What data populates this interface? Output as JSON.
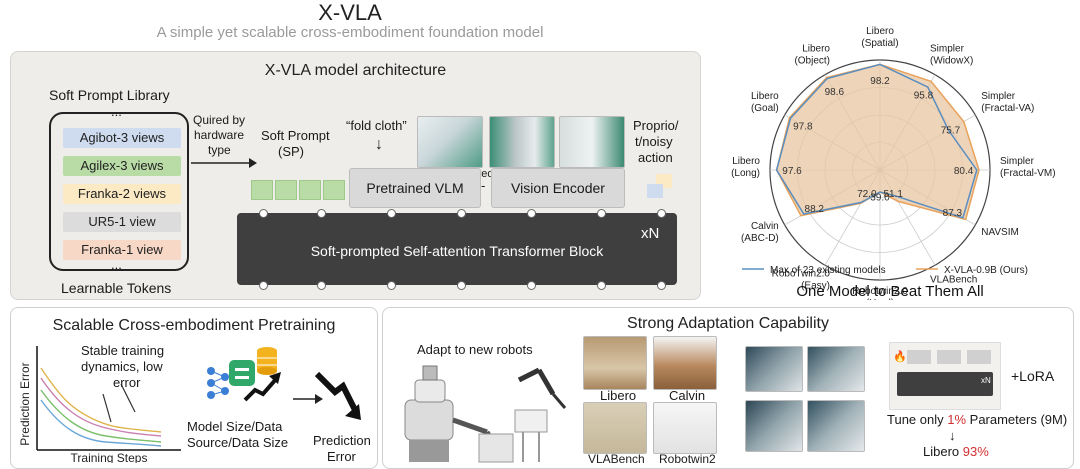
{
  "header": {
    "title": "X-VLA",
    "subtitle": "A simple yet scalable cross-embodiment foundation model"
  },
  "architecture": {
    "title": "X-VLA model architecture",
    "library_title": "Soft Prompt Library",
    "library_ellipsis_top": "...",
    "library_ellipsis_bottom": "...",
    "library_items": [
      {
        "label": "Agibot-3 views",
        "color": "#cfdcf0"
      },
      {
        "label": "Agilex-3 views",
        "color": "#b9dca7"
      },
      {
        "label": "Franka-2 views",
        "color": "#fbeac4"
      },
      {
        "label": "UR5-1 view",
        "color": "#dcdcdc"
      },
      {
        "label": "Franka-1 view",
        "color": "#f7d7c6"
      }
    ],
    "learnable_tokens": "Learnable Tokens",
    "quired_line1": "Quired by",
    "quired_line2": "hardware",
    "quired_line3": "type",
    "soft_prompt_line1": "Soft Prompt",
    "soft_prompt_line2": "(SP)",
    "instruction": "“fold cloth”",
    "shared_vit": "Shared ViT",
    "pretrained_vlm": "Pretrained VLM",
    "vision_encoder": "Vision Encoder",
    "proprio_line1": "Proprio/",
    "proprio_line2": "t/noisy",
    "proprio_line3": "action",
    "transformer": "Soft-prompted Self-attention Transformer Block",
    "xn": "xN"
  },
  "radar": {
    "axes": [
      {
        "label": [
          "Libero",
          "(Spatial)"
        ],
        "value": "98.2"
      },
      {
        "label": [
          "Simpler",
          "(WidowX)"
        ],
        "value": "95.8"
      },
      {
        "label": [
          "Simpler",
          "(Fractal-VA)"
        ],
        "value": "75.7"
      },
      {
        "label": [
          "Simpler",
          "(Fractal-VM)"
        ],
        "value": "80.4"
      },
      {
        "label": [
          "NAVSIM"
        ],
        "value": "87.3"
      },
      {
        "label": [
          "VLABench"
        ],
        "value": "51.1"
      },
      {
        "label": [
          "Robotwin2.0",
          "(Hard)"
        ],
        "value": "39.0"
      },
      {
        "label": [
          "RoboTwin2.0",
          "(Easy)"
        ],
        "value": "72.0"
      },
      {
        "label": [
          "Calvin",
          "(ABC-D)"
        ],
        "value": "88.2"
      },
      {
        "label": [
          "Libero",
          "(Long)"
        ],
        "value": "97.6"
      },
      {
        "label": [
          "Libero",
          "(Goal)"
        ],
        "value": "97.8"
      },
      {
        "label": [
          "Libero",
          "(Object)"
        ],
        "value": "98.6"
      }
    ],
    "xvla_fraction": [
      0.96,
      0.93,
      0.88,
      0.9,
      0.9,
      0.33,
      0.2,
      0.35,
      0.83,
      0.94,
      0.95,
      0.97
    ],
    "existing_fraction": [
      0.96,
      0.87,
      0.72,
      0.88,
      0.87,
      0.27,
      0.2,
      0.34,
      0.8,
      0.94,
      0.94,
      0.96
    ],
    "legend_existing": "Max of 23 existing models",
    "legend_xvla": "X-VLA-0.9B (Ours)",
    "caption": "One Model to Beat Them All",
    "colors": {
      "xvla_fill": "#e8c5a0",
      "xvla_line": "#e8a25b",
      "existing_line": "#5a8ec0"
    }
  },
  "pretraining": {
    "title": "Scalable Cross-embodiment Pretraining",
    "ylabel": "Prediction Error",
    "xlabel": "Training Steps",
    "note_line1": "Stable training",
    "note_line2": "dynamics, low",
    "note_line3": "error",
    "scale_line1": "Model Size/Data",
    "scale_line2": "Source/Data Size",
    "result_line1": "Prediction",
    "result_line2": "Error"
  },
  "adaptation": {
    "title": "Strong Adaptation Capability",
    "new_robots": "Adapt to new robots",
    "libero": "Libero",
    "calvin": "Calvin",
    "vlabench": "VLABench",
    "robotwin": "Robotwin2",
    "xn": "xN",
    "lora": "+LoRA",
    "tune_prefix": "Tune only ",
    "tune_pct": "1%",
    "tune_suffix": " Parameters (9M)",
    "libero_result_prefix": "Libero ",
    "libero_result_pct": "93%",
    "colors": {
      "highlight": "#d03030"
    }
  }
}
